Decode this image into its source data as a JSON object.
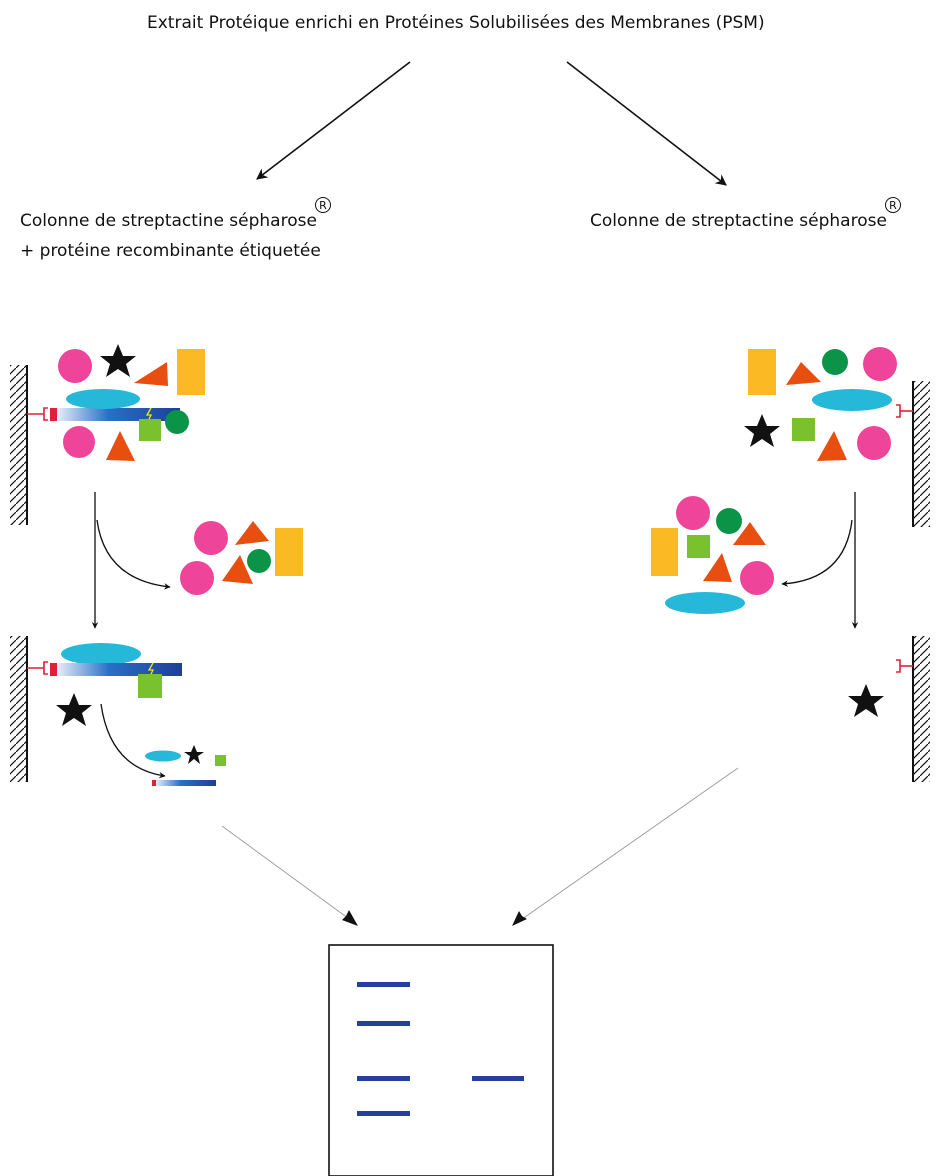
{
  "title": "Extrait Protéique enrichi en Protéines Solubilisées des Membranes (PSM)",
  "left_column": {
    "line1": "Colonne de streptactine sépharose",
    "line2": "+ protéine recombinante étiquetée",
    "registered": "R"
  },
  "right_column": {
    "line1": "Colonne de streptactine sépharose",
    "registered": "R"
  },
  "colors": {
    "magenta": "#ee4499",
    "black": "#111111",
    "orange": "#e84e10",
    "yellow": "#fbb924",
    "cyan": "#25b8d8",
    "green": "#0b9447",
    "lime": "#7ac22d",
    "navy": "#1e3f98",
    "red": "#e0203a",
    "gel_band": "#24409a"
  },
  "gel": {
    "lanes": 2,
    "lane1_bands": 4,
    "lane2_bands": 1
  }
}
